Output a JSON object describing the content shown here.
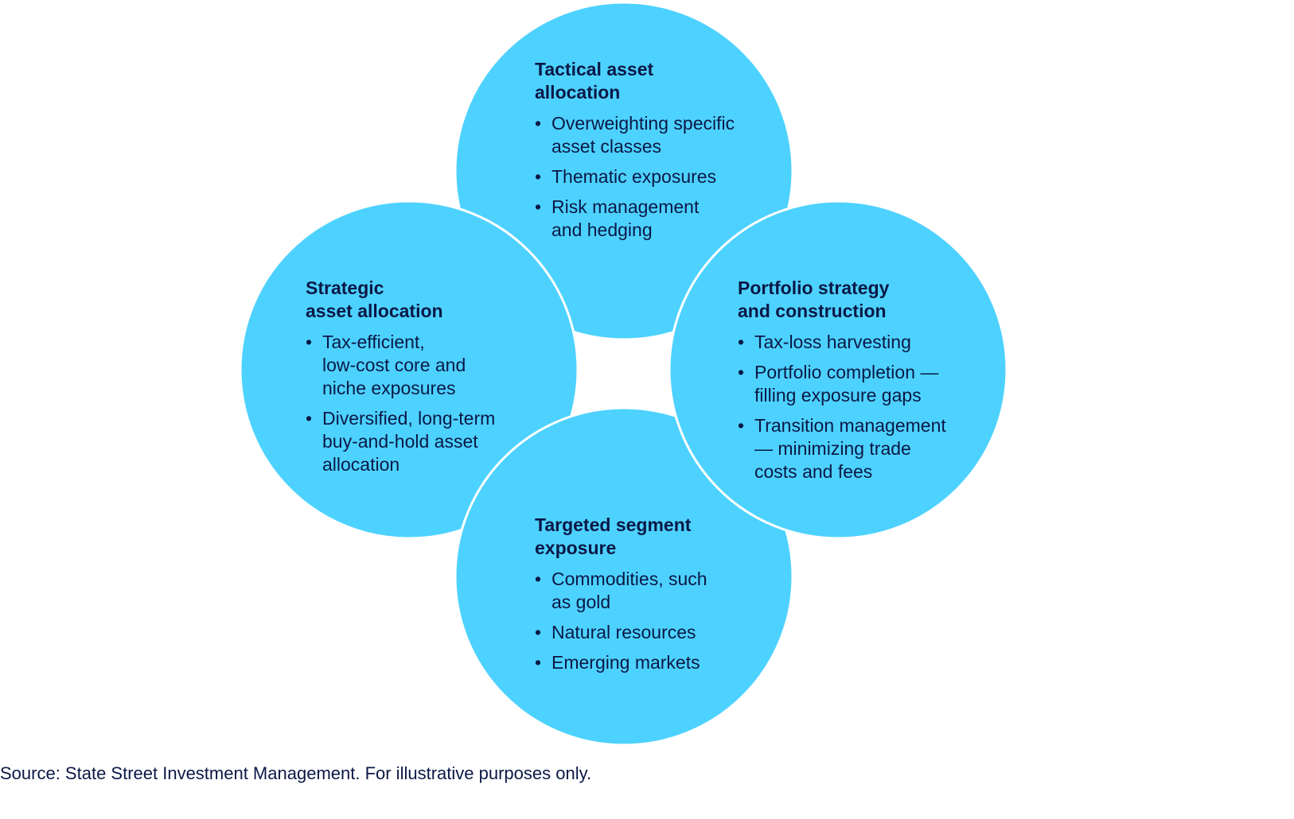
{
  "colors": {
    "circle": "#4DD2FF",
    "text": "#0b1846",
    "stroke": "#ffffff"
  },
  "circles": [
    {
      "id": "tactical",
      "title": "Tactical asset allocation",
      "title_lines": [
        "Tactical asset",
        "allocation"
      ],
      "items": [
        [
          "Overweighting specific",
          "asset classes"
        ],
        [
          "Thematic exposures"
        ],
        [
          "Risk management",
          "and hedging"
        ]
      ]
    },
    {
      "id": "strategic",
      "title_lines": [
        "Strategic",
        "asset allocation"
      ],
      "items": [
        [
          "Tax-efficient,",
          "low-cost core and",
          "niche exposures"
        ],
        [
          "Diversified, long-term",
          "buy-and-hold asset",
          "allocation"
        ]
      ]
    },
    {
      "id": "targeted",
      "title_lines": [
        "Targeted segment",
        "exposure"
      ],
      "items": [
        [
          "Commodities, such",
          "as gold"
        ],
        [
          "Natural resources"
        ],
        [
          "Emerging markets"
        ]
      ]
    },
    {
      "id": "portfolio",
      "title_lines": [
        "Portfolio strategy",
        "and construction"
      ],
      "items": [
        [
          "Tax-loss harvesting"
        ],
        [
          "Portfolio completion —",
          "filling exposure gaps"
        ],
        [
          "Transition management",
          "— minimizing trade",
          "costs and fees"
        ]
      ]
    }
  ],
  "source": "Source: State Street Investment Management. For illustrative purposes only."
}
